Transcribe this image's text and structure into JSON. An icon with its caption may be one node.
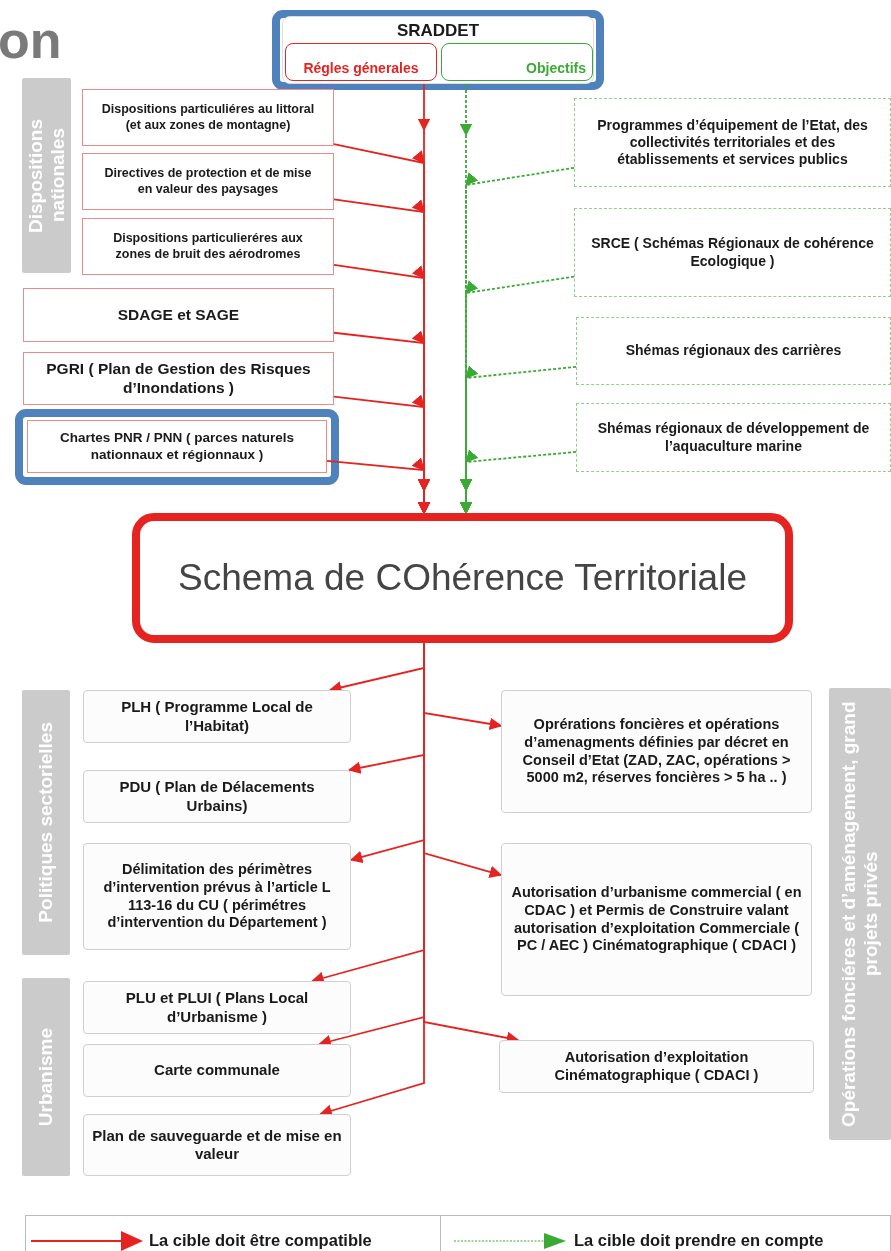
{
  "diagram": {
    "nodes": [
      {
        "text": [
          "SRADDET"
        ]
      },
      {
        "text": [
          "Régles génerales"
        ],
        "in": 0
      },
      {
        "text": [
          "Objectifs"
        ],
        "in": 0
      },
      {
        "text": [
          "Dispositions nationales"
        ]
      },
      {
        "text": [
          "Dispositions particuliéres au littoral (et aux zones de montagne)"
        ]
      },
      {
        "text": [
          "Directives de protection et de mise en valeur des paysages"
        ]
      },
      {
        "text": [
          "Dispositions particulieréres aux zones de bruit des aérodromes"
        ]
      },
      {
        "text": [
          "SDAGE et SAGE"
        ]
      },
      {
        "text": [
          "PGRI ( Plan de Gestion des Risques d’Inondations )"
        ]
      },
      {
        "text": [
          "Chartes PNR / PNN ( parces naturels nationnaux et régionnaux )"
        ]
      },
      {
        "text": [
          "Programmes d’équipement de l’Etat, des collectivités territoriales et des établissements et services publics"
        ]
      },
      {
        "text": [
          "SRCE ( Schémas Régionaux de cohérence Ecologique )"
        ]
      },
      {
        "text": [
          "Shémas régionaux des carrières"
        ]
      },
      {
        "text": [
          "Shémas régionaux de développement de l’aquaculture marine"
        ]
      },
      {
        "text": [
          "Schema de COhérence Territoriale"
        ]
      },
      {
        "text": [
          "Politiques sectorielles"
        ]
      },
      {
        "text": [
          "PLH ( Programme Local de l’Habitat)"
        ]
      },
      {
        "text": [
          "PDU ( Plan de Délacements Urbains)"
        ]
      },
      {
        "text": [
          "Délimitation des périmètres d’intervention prévus à l’article L 113-16 du CU ( périmétres d’intervention du Département )"
        ]
      },
      {
        "text": [
          "Urbanisme"
        ]
      },
      {
        "text": [
          "PLU et PLUI ( Plans Local d’Urbanisme )"
        ]
      },
      {
        "text": [
          "Carte communale"
        ]
      },
      {
        "text": [
          "Plan de sauveguarde et de mise en valeur"
        ]
      },
      {
        "text": [
          "Oprérations foncières et opérations d’amenagments définies par décret en Conseil d’Etat (ZAD, ZAC, opérations > 5000 m2, réserves foncières > 5 ha .. )"
        ]
      },
      {
        "text": [
          "Autorisation d’urbanisme commercial ( en CDAC ) et Permis de Construire valant autorisation d’exploitation Commerciale ( PC / AEC ) Cinématographique ( CDACI )"
        ]
      },
      {
        "text": [
          "Autorisation d’exploitation Cinématographique ( CDACI )"
        ]
      },
      {
        "text": [
          "Opérations fonciéres et d’aménagement, grand projets privés"
        ]
      }
    ],
    "edges": [
      {
        "from": 1,
        "to": 14,
        "arrow": "to"
      },
      {
        "from": 4,
        "to": 14,
        "arrow": "to"
      },
      {
        "from": 5,
        "to": 14,
        "arrow": "to"
      },
      {
        "from": 6,
        "to": 14,
        "arrow": "to"
      },
      {
        "from": 7,
        "to": 14,
        "arrow": "to"
      },
      {
        "from": 8,
        "to": 14,
        "arrow": "to"
      },
      {
        "from": 9,
        "to": 14,
        "arrow": "to"
      },
      {
        "from": 2,
        "to": 14,
        "arrow": "to",
        "style": "dashed",
        "color": "#3aaa35"
      },
      {
        "from": 10,
        "to": 14,
        "arrow": "to",
        "style": "dashed",
        "color": "#3aaa35"
      },
      {
        "from": 11,
        "to": 14,
        "arrow": "to",
        "style": "dashed",
        "color": "#3aaa35"
      },
      {
        "from": 12,
        "to": 14,
        "arrow": "to",
        "style": "dashed",
        "color": "#3aaa35"
      },
      {
        "from": 13,
        "to": 14,
        "arrow": "to",
        "style": "dashed",
        "color": "#3aaa35"
      },
      {
        "from": 14,
        "to": 16,
        "arrow": "to"
      },
      {
        "from": 14,
        "to": 17,
        "arrow": "to"
      },
      {
        "from": 14,
        "to": 18,
        "arrow": "to"
      },
      {
        "from": 14,
        "to": 20,
        "arrow": "to"
      },
      {
        "from": 14,
        "to": 21,
        "arrow": "to"
      },
      {
        "from": 14,
        "to": 22,
        "arrow": "to"
      },
      {
        "from": 14,
        "to": 23,
        "arrow": "to"
      },
      {
        "from": 14,
        "to": 24,
        "arrow": "to"
      },
      {
        "from": 14,
        "to": 25,
        "arrow": "to"
      }
    ],
    "labels": [
      "on"
    ],
    "legend": [
      {
        "text": "La cible doit être compatible"
      },
      {
        "text": "La cible doit prendre en compte"
      }
    ]
  }
}
